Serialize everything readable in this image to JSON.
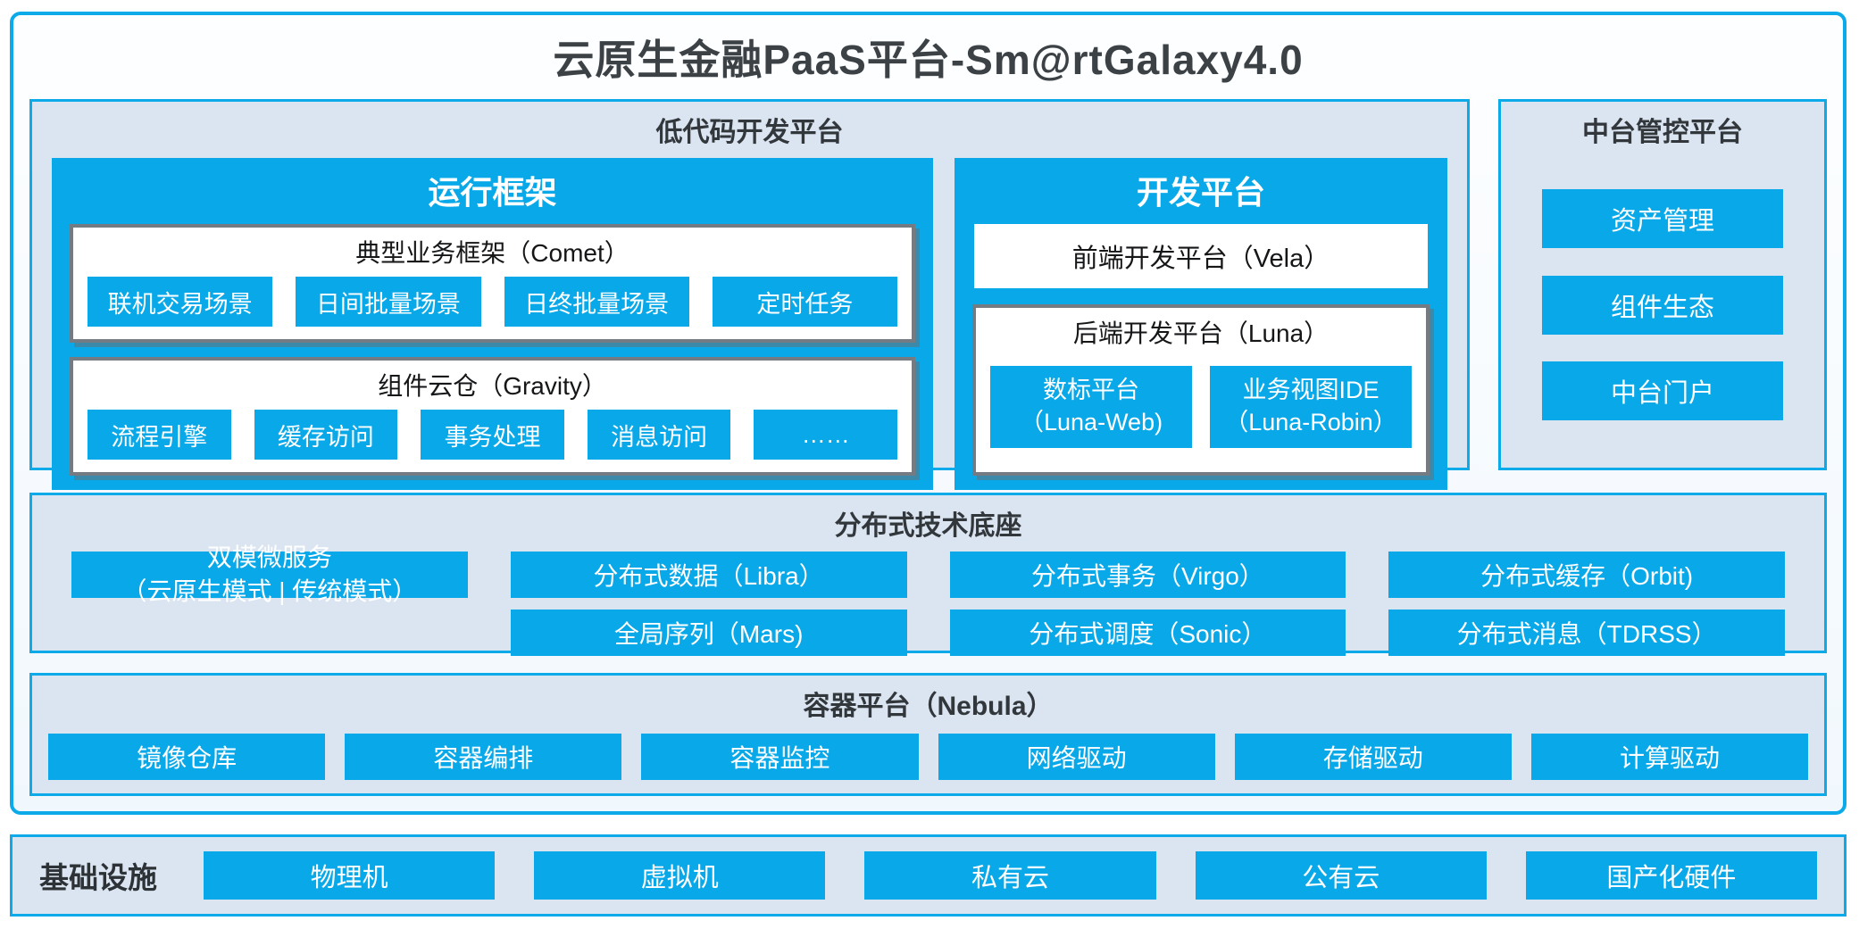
{
  "title": "云原生金融PaaS平台-Sm@rtGalaxy4.0",
  "colors": {
    "accent_blue": "#09a8e8",
    "border_blue": "#0caae8",
    "panel_bg": "#dbe5f1",
    "box_border_gray": "#747b82",
    "title_text": "#3c4146"
  },
  "low_code_platform": {
    "title": "低代码开发平台",
    "runtime_framework": {
      "title": "运行框架",
      "business_framework": {
        "title": "典型业务框架（Comet）",
        "items": [
          "联机交易场景",
          "日间批量场景",
          "日终批量场景",
          "定时任务"
        ]
      },
      "component_warehouse": {
        "title": "组件云仓（Gravity）",
        "items": [
          "流程引擎",
          "缓存访问",
          "事务处理",
          "消息访问",
          "……"
        ]
      }
    },
    "dev_platform": {
      "title": "开发平台",
      "frontend": {
        "title": "前端开发平台（Vela）"
      },
      "backend": {
        "title": "后端开发平台（Luna）",
        "items": [
          {
            "line1": "数标平台",
            "line2": "（Luna-Web)"
          },
          {
            "line1": "业务视图IDE",
            "line2": "（Luna-Robin）"
          }
        ]
      }
    }
  },
  "midplatform_control": {
    "title": "中台管控平台",
    "items": [
      "资产管理",
      "组件生态",
      "中台门户"
    ]
  },
  "distributed_base": {
    "title": "分布式技术底座",
    "dual_mode": {
      "line1": "双模微服务",
      "line2": "（云原生模式 | 传统模式）"
    },
    "grid": [
      [
        "分布式数据（Libra）",
        "全局序列（Mars)"
      ],
      [
        "分布式事务（Virgo）",
        "分布式调度（Sonic）"
      ],
      [
        "分布式缓存（Orbit)",
        "分布式消息（TDRSS）"
      ]
    ]
  },
  "container_platform": {
    "title": "容器平台（Nebula）",
    "items": [
      "镜像仓库",
      "容器编排",
      "容器监控",
      "网络驱动",
      "存储驱动",
      "计算驱动"
    ]
  },
  "infrastructure": {
    "title": "基础设施",
    "items": [
      "物理机",
      "虚拟机",
      "私有云",
      "公有云",
      "国产化硬件"
    ]
  }
}
